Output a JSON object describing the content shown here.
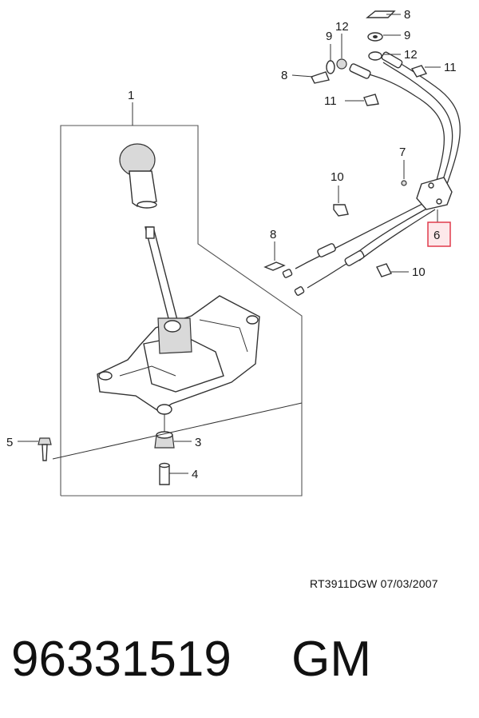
{
  "callouts": {
    "c1": "1",
    "c3": "3",
    "c4": "4",
    "c5": "5",
    "c6": "6",
    "c7": "7",
    "c8a": "8",
    "c8b": "8",
    "c8c": "8",
    "c9a": "9",
    "c9b": "9",
    "c10a": "10",
    "c10b": "10",
    "c11a": "11",
    "c11b": "11",
    "c12a": "12",
    "c12b": "12"
  },
  "highlight_color": "#e03b4c",
  "drawing_reference": "RT3911DGW  07/03/2007",
  "part_number": "96331519",
  "brand": "GM"
}
